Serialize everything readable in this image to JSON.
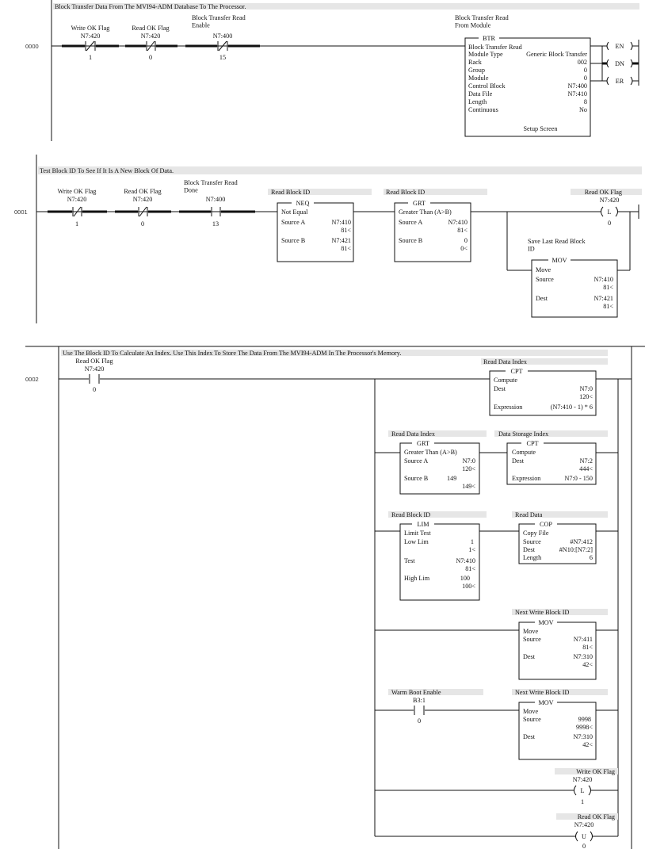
{
  "rungs": [
    {
      "number": "0000",
      "comment": "Block Transfer Data From The MVI94-ADM Database To The Processor.",
      "contacts": [
        {
          "desc": "Write OK Flag",
          "address": "N7:420",
          "type": "XIO",
          "value": "1"
        },
        {
          "desc": "Read OK Flag",
          "address": "N7:420",
          "type": "XIO",
          "value": "0"
        },
        {
          "desc": "Block Transfer Read\nEnable",
          "address": "N7:400",
          "type": "XIO",
          "value": "15"
        }
      ],
      "instruction": {
        "desc": "Block Transfer Read\nFrom Module",
        "mnemonic": "BTR",
        "title": "Block Transfer Read",
        "rows": [
          [
            "Module Type",
            "Generic Block Transfer"
          ],
          [
            "Rack",
            "002"
          ],
          [
            "Group",
            "0"
          ],
          [
            "Module",
            "0"
          ],
          [
            "Control Block",
            "N7:400"
          ],
          [
            "Data File",
            "N7:410"
          ],
          [
            "Length",
            "8"
          ],
          [
            "Continuous",
            "No"
          ]
        ],
        "footer": "Setup Screen",
        "outputs": [
          "EN",
          "DN",
          "ER"
        ]
      }
    },
    {
      "number": "0001",
      "comment": "Test Block ID To See If It Is A New Block Of Data.",
      "contacts": [
        {
          "desc": "Write OK Flag",
          "address": "N7:420",
          "type": "XIO",
          "value": "1"
        },
        {
          "desc": "Read OK Flag",
          "address": "N7:420",
          "type": "XIO",
          "value": "0"
        },
        {
          "desc": "Block Transfer Read\nDone",
          "address": "N7:400",
          "type": "XIC",
          "value": "13"
        }
      ],
      "neq": {
        "desc": "Read Block ID",
        "mnemonic": "NEQ",
        "title": "Not Equal",
        "source_a": "N7:410",
        "source_a_val": "81<",
        "source_b": "N7:421",
        "source_b_val": "81<"
      },
      "grt": {
        "desc": "Read Block ID",
        "mnemonic": "GRT",
        "title": "Greater Than (A>B)",
        "source_a": "N7:410",
        "source_a_val": "81<",
        "source_b": "0",
        "source_b_val": "0<"
      },
      "coil": {
        "desc": "Read OK Flag",
        "address": "N7:420",
        "type": "L",
        "value": "0"
      },
      "mov": {
        "desc": "Save Last Read Block\nID",
        "mnemonic": "MOV",
        "title": "Move",
        "source": "N7:410",
        "source_val": "81<",
        "dest": "N7:421",
        "dest_val": "81<"
      }
    },
    {
      "number": "0002",
      "comment": "Use The Block ID To Calculate An Index.  Use This Index To Store The Data From The MVI94-ADM In The Processor's Memory.",
      "contact": {
        "desc": "Read OK Flag",
        "address": "N7:420",
        "type": "XIC",
        "value": "0"
      },
      "cpt1": {
        "desc": "Read Data Index",
        "mnemonic": "CPT",
        "title": "Compute",
        "dest": "N7:0",
        "dest_val": "120<",
        "expression_label": "Expression",
        "expression": "(N7:410 - 1) * 6"
      },
      "grt": {
        "desc": "Read Data Index",
        "mnemonic": "GRT",
        "title": "Greater Than (A>B)",
        "source_a": "N7:0",
        "source_a_val": "120<",
        "source_b": "149",
        "source_b_val": "149<"
      },
      "cpt2": {
        "desc": "Data Storage Index",
        "mnemonic": "CPT",
        "title": "Compute",
        "dest": "N7:2",
        "dest_val": "444<",
        "expression_label": "Expression",
        "expression": "N7:0 - 150"
      },
      "lim": {
        "desc": "Read Block ID",
        "mnemonic": "LIM",
        "title": "Limit Test",
        "low": "1",
        "low_val": "1<",
        "test": "N7:410",
        "test_val": "81<",
        "high": "100",
        "high_val": "100<"
      },
      "cop": {
        "desc": "Read Data",
        "mnemonic": "COP",
        "title": "Copy File",
        "source": "#N7:412",
        "dest": "#N10:[N7:2]",
        "length": "6"
      },
      "mov1": {
        "desc": "Next Write Block ID",
        "mnemonic": "MOV",
        "title": "Move",
        "source": "N7:411",
        "source_val": "81<",
        "dest": "N7:310",
        "dest_val": "42<"
      },
      "warm": {
        "desc": "Warm Boot Enable",
        "address": "B3:1",
        "type": "XIC",
        "value": "0"
      },
      "mov2": {
        "desc": "Next Write Block ID",
        "mnemonic": "MOV",
        "title": "Move",
        "source": "9998",
        "source_val": "9998<",
        "dest": "N7:310",
        "dest_val": "42<"
      },
      "coil_l": {
        "desc": "Write OK Flag",
        "address": "N7:420",
        "type": "L",
        "value": "1"
      },
      "coil_u": {
        "desc": "Read OK Flag",
        "address": "N7:420",
        "type": "U",
        "value": "0"
      }
    }
  ],
  "labels": {
    "source": "Source",
    "source_a": "Source A",
    "source_b": "Source B",
    "dest": "Dest",
    "low_lim": "Low Lim",
    "test": "Test",
    "high_lim": "High Lim",
    "length": "Length"
  }
}
